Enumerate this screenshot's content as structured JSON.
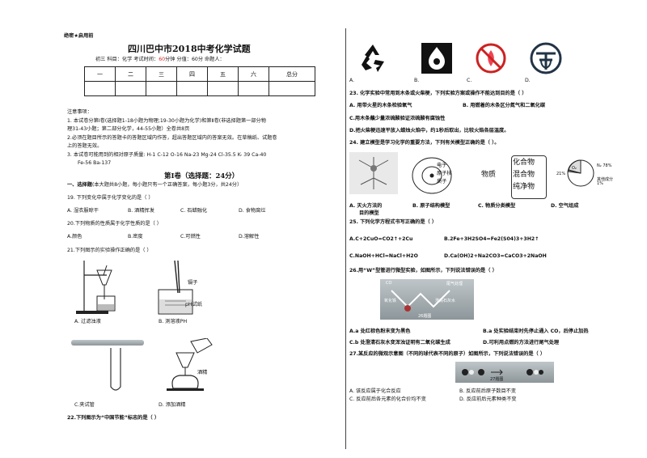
{
  "header": {
    "secret_mark": "绝密★启用前",
    "title": "四川巴中市2018中考化学试题",
    "info_prefix": "初三  科目：化学   考试时间：",
    "time_value": "60",
    "info_suffix": "分钟   分值：60分   命题人："
  },
  "score_table": [
    "一",
    "二",
    "三",
    "四",
    "五",
    "六",
    "总分"
  ],
  "notes": {
    "heading": "注意事项：",
    "n1a": "1. 本试卷分第Ⅰ卷(选择题1-18小题为物理;19-30小题为化学)和第Ⅱ卷(非选择题第一部分物",
    "n1b": "理31-43小题；第二部分化学，44-55小题）全卷共8页",
    "n2a": "2.必须在题目所示的答题卡的答题区域内作答，超出答题区域内的答案无效。在草稿纸、试题卷",
    "n2b": "上的答题无效。",
    "n3a": "3. 本试卷可能用到的相对原子质量: H-1  C-12  O-16 Na-23  Mg-24  Cl-35.5 K- 39  Ca-40",
    "n3b": "Fe-56 Ba-137"
  },
  "section1": {
    "title": "第Ⅰ卷（选择题：24分）",
    "intro_bold": "一、选择题",
    "intro_rest": "(本大题共8小题，每小题只有一个正确答案，每小题3分，共24分）"
  },
  "questions_left": {
    "q19": "19. 下列变化中属于化学变化的是（     ）",
    "q19_opts": [
      "A. 湿衣服晾干",
      "B. 酒精挥发",
      "C. 石蜡融化",
      "D. 食物腐烂"
    ],
    "q20": "20.下列物质的性质属于化学性质的是（      ）",
    "q20_opts": [
      "A.颜色",
      "B.密度",
      "C.可燃性",
      "D.溶解性"
    ],
    "q21": "21.下列图示的实验操作正确的是（      ）",
    "q21_opts": [
      "A.  过滤浊液",
      "B. 测溶液PH",
      "C.夹试管",
      "D.  添加酒精"
    ],
    "q21_labels": [
      "镊子",
      "pH试纸",
      "酒精"
    ],
    "q22": "22.下列图示为“中国节能”标志的是（     ）"
  },
  "questions_right": {
    "q22_opts": [
      "A.",
      "B.",
      "C.",
      "D."
    ],
    "q23": "23. 化学实验中常用到木条或火柴梗，下列实验方案或操作不能达到目的是（     ）",
    "q23_opts": [
      "A. 用带火星的木条检验氧气",
      "B. 用燃着的木条区分氮气和二氧化碳",
      "C.用木条蘸少量浓硫酸验证浓硫酸有腐蚀性",
      "D.把火柴梗迅速平放入蜡烛火焰中，约1秒后取出，比较火焰各层温度。"
    ],
    "q24": "24. 建立模型是学习化学的重要方法，下列有关模型正确的是（        ）。",
    "q24_opts": [
      "A.  灭火方法的",
      "目的模型",
      "B. 原子结构模型",
      "C. 物质分类模型",
      "D. 空气组成"
    ],
    "q24_fig": [
      "电子",
      "原子核",
      "质子",
      "物质",
      "化合物",
      "混合物",
      "纯净物",
      "N₂ 78%",
      "21%",
      "O₂",
      "其他成分",
      "1%"
    ],
    "q25": "25. 下列化学方程式书写正确的是（      ）",
    "q25_opts": [
      "A.C+2CuO=CO2↑+2Cu",
      "B.2Fe+3H2SO4=Fe2(S04)3+3H2↑",
      "C.NaOH+HCl=NaCl+H2O",
      "D.Ca(OH)2+Na2CO3=CaCO3+2NaOH"
    ],
    "q26": "26.用“W”型管进行微型实验，如图所示，下列说法错误的是（     ）",
    "q26_fig": [
      "CO",
      "尾气处理",
      "氧化铁",
      "澄清石灰水",
      "26题图"
    ],
    "q26_opts": [
      "A.a 处红棕色粉末变为黑色",
      "B.a 处实验结束时先停止通入 CO，后停止加热",
      "C.b 处澄清石灰水变浑浊证明有二氧化碳生成",
      "D.可利用点燃的方法进行尾气处理"
    ],
    "q27": "27.某反应的微观示意图（不同的球代表不同的原子）如图所示，下列说法错误的是（      ）",
    "q27_fig": "27题图",
    "q27_opts": [
      "A. 该反应属于化合反应",
      "B. 反应前后原子数目不变",
      "C. 反应前后各元素的化合价均不变",
      "D. 反应前后元素种类不变"
    ]
  }
}
